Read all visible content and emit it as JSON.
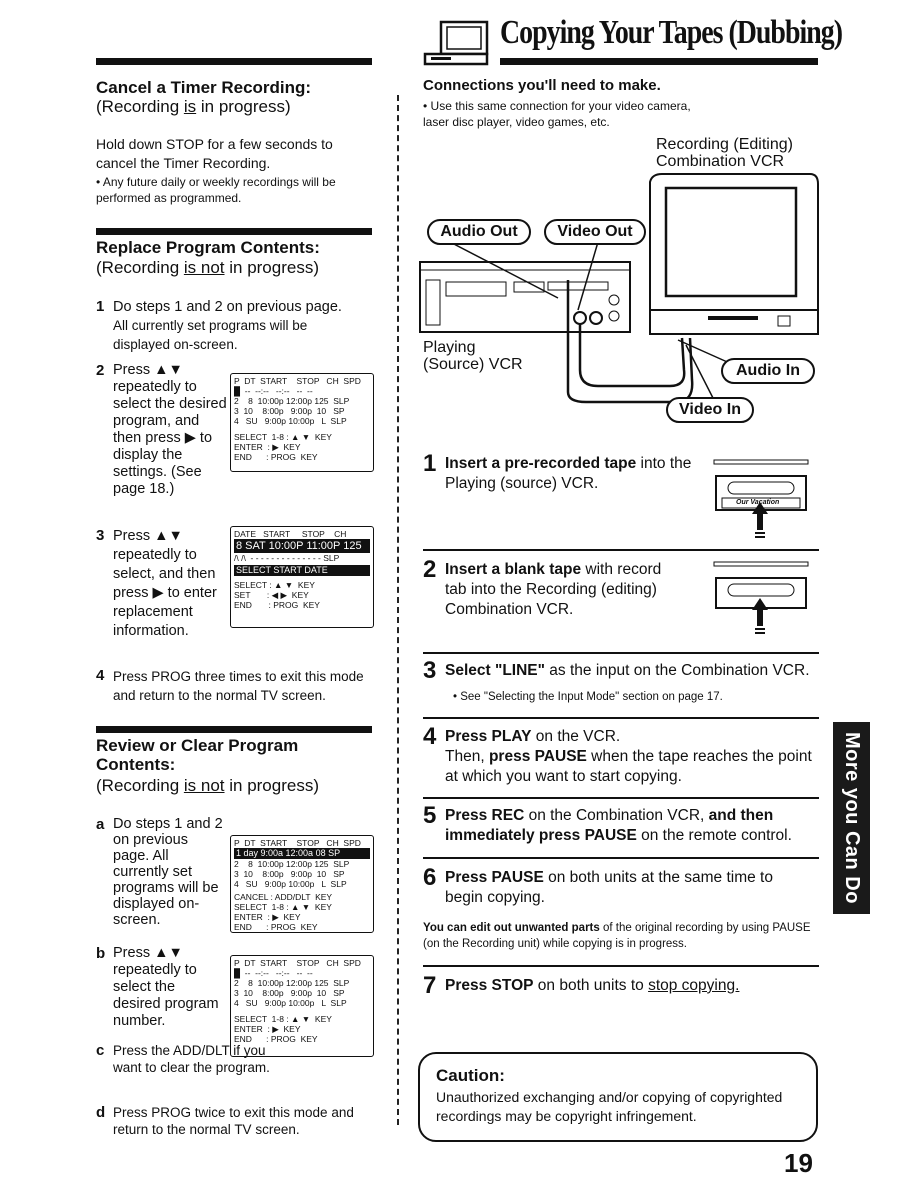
{
  "header": {
    "title": "Copying Your Tapes (Dubbing)"
  },
  "page_number": "19",
  "side_tab": "More you Can Do",
  "cancel_timer": {
    "heading": "Cancel a Timer Recording:",
    "sub_prefix": "(Recording ",
    "sub_under": "is",
    "sub_suffix": " in progress)",
    "body": "Hold down STOP for a few seconds to cancel the Timer Recording.",
    "note": "• Any future daily or weekly recordings will be performed as programmed."
  },
  "replace": {
    "heading": "Replace Program Contents:",
    "sub_prefix": "(Recording ",
    "sub_under": "is not",
    "sub_suffix": " in progress)",
    "step1_num": "1",
    "step1_text": "Do steps 1 and 2 on previous page.",
    "step1_note": "All currently set programs will be displayed on-screen.",
    "step2_num": "2",
    "step2_text": "Press ▲▼ repeatedly to select the desired program, and then press ▶ to display the settings. (See page 18.)",
    "step3_num": "3",
    "step3_text": "Press ▲▼ repeatedly to select, and then press ▶ to enter replacement information.",
    "step4_num": "4",
    "step4_text": "Press PROG three times to exit this mode and return to the normal TV screen.",
    "osd1": {
      "header": "P  DT  START    STOP   CH  SPD",
      "rows": [
        "█  --  --:--   --:--   --  --",
        "2    8  10:00p 12:00p 125  SLP",
        "3  10    8:00p   9:00p  10   SP",
        "4   SU   9:00p 10:00p   L  SLP"
      ],
      "keys": [
        "SELECT  1-8 : ▲ ▼  KEY",
        "ENTER  : ▶  KEY",
        "END      : PROG  KEY"
      ]
    },
    "osd2": {
      "header": "DATE   START     STOP    CH",
      "highlight": "8 SAT 10:00P 11:00P 125",
      "row": "/\\ /\\  - - - - - - - - - - - - - - SLP",
      "highlight2": "SELECT START DATE",
      "keys": [
        "SELECT : ▲ ▼  KEY",
        "SET       : ◀ ▶  KEY",
        "END       : PROG  KEY"
      ]
    }
  },
  "review": {
    "heading": "Review or Clear Program Contents:",
    "sub_prefix": "(Recording ",
    "sub_under": "is not",
    "sub_suffix": " in progress)",
    "a_label": "a",
    "a_text": "Do steps 1 and 2 on previous page. All currently set programs will be displayed on-screen.",
    "b_label": "b",
    "b_text": "Press ▲▼ repeatedly to select the desired program number.",
    "c_label": "c",
    "c_text": "Press the ADD/DLT if you want to clear the program.",
    "d_label": "d",
    "d_text": "Press PROG twice to exit this mode and return to the normal TV screen.",
    "osd3": {
      "header": "P  DT  START    STOP   CH  SPD",
      "highlight": "1 day    9:00a 12:00a  08   SP",
      "rows": [
        "2    8  10:00p 12:00p 125  SLP",
        "3  10    8:00p   9:00p  10   SP",
        "4   SU   9:00p 10:00p   L  SLP"
      ],
      "keys": [
        "CANCEL : ADD/DLT  KEY",
        "SELECT  1-8 : ▲ ▼  KEY",
        "ENTER  : ▶  KEY",
        "END      : PROG  KEY"
      ]
    },
    "osd4": {
      "header": "P  DT  START    STOP   CH  SPD",
      "rows": [
        "█  --  --:--   --:--   --  --",
        "2    8  10:00p 12:00p 125  SLP",
        "3  10    8:00p   9:00p  10   SP",
        "4   SU   9:00p 10:00p   L  SLP"
      ],
      "keys": [
        "SELECT  1-8 : ▲ ▼  KEY",
        "ENTER  : ▶  KEY",
        "END      : PROG  KEY"
      ]
    }
  },
  "connections": {
    "heading": "Connections you'll need to make.",
    "note": "• Use this same connection for your video camera, laser disc player, video games, etc.",
    "recording_label_1": "Recording (Editing)",
    "recording_label_2": "Combination VCR",
    "playing_label_1": "Playing",
    "playing_label_2": "(Source) VCR",
    "audio_out": "Audio Out",
    "video_out": "Video Out",
    "audio_in": "Audio In",
    "video_in": "Video In",
    "cassette_label": "Our Vacation"
  },
  "steps": [
    {
      "num": "1",
      "bold": "Insert a pre-recorded tape",
      "text": " into the Playing (source) VCR."
    },
    {
      "num": "2",
      "bold": "Insert a blank tape",
      "text": " with record tab into the Recording (editing) Combination VCR."
    },
    {
      "num": "3",
      "bold": "Select \"LINE\"",
      "text": " as the input on the Combination VCR.",
      "note": "• See \"Selecting the Input Mode\" section on page 17."
    },
    {
      "num": "4",
      "bold": "Press PLAY",
      "text": " on the VCR.",
      "line2_a": "Then, ",
      "line2_b": "press PAUSE",
      "line2_c": " when the tape reaches the point at which you want to start copying."
    },
    {
      "num": "5",
      "bold": "Press REC",
      "text": " on the Combination VCR, ",
      "bold2": "and then immediately press PAUSE",
      "text2": " on the remote control."
    },
    {
      "num": "6",
      "bold": "Press PAUSE",
      "text": " on both units at the same time to begin copying.",
      "note_bold": "You can edit out unwanted parts",
      "note": " of the original recording by using PAUSE (on the Recording unit) while copying is in progress."
    },
    {
      "num": "7",
      "bold": "Press STOP",
      "text": " on both units to ",
      "under": "stop copying."
    }
  ],
  "caution": {
    "title": "Caution:",
    "text": "Unauthorized exchanging and/or copying of copyrighted recordings may be copyright infringement."
  }
}
